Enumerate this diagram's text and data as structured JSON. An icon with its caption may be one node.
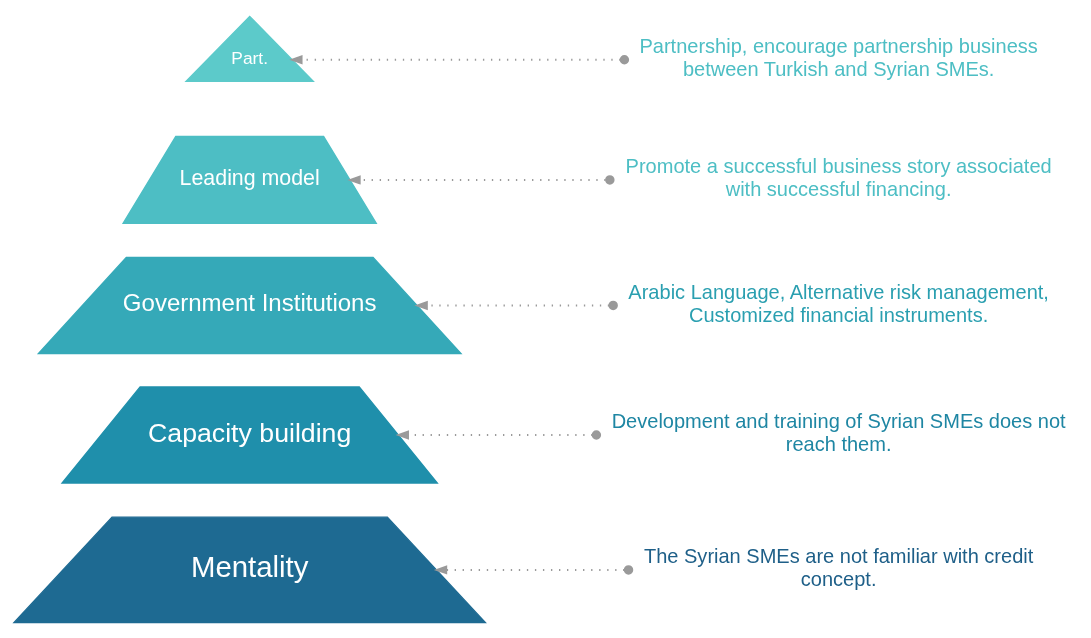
{
  "diagram": {
    "nodes": [
      {
        "text": [
          "Part."
        ]
      },
      {
        "text": [
          "Leading model"
        ]
      },
      {
        "text": [
          "Government Institutions"
        ]
      },
      {
        "text": [
          "Capacity building"
        ]
      },
      {
        "text": [
          "Mentality"
        ]
      },
      {
        "text": [
          "Partnership, encourage partnership business between Turkish and Syrian SMEs."
        ]
      },
      {
        "text": [
          "Promote a successful business story associated with successful financing."
        ]
      },
      {
        "text": [
          "Arabic Language, Alternative risk management, Customized financial instruments."
        ]
      },
      {
        "text": [
          "Development and training of Syrian SMEs does not reach them."
        ]
      },
      {
        "text": [
          "The Syrian SMEs are not familiar with credit concept."
        ]
      }
    ],
    "edges": [
      {
        "from": 5,
        "to": 0,
        "arrow": "to"
      },
      {
        "from": 6,
        "to": 1,
        "arrow": "to"
      },
      {
        "from": 7,
        "to": 2,
        "arrow": "to"
      },
      {
        "from": 8,
        "to": 3,
        "arrow": "to"
      },
      {
        "from": 9,
        "to": 4,
        "arrow": "to"
      }
    ]
  }
}
